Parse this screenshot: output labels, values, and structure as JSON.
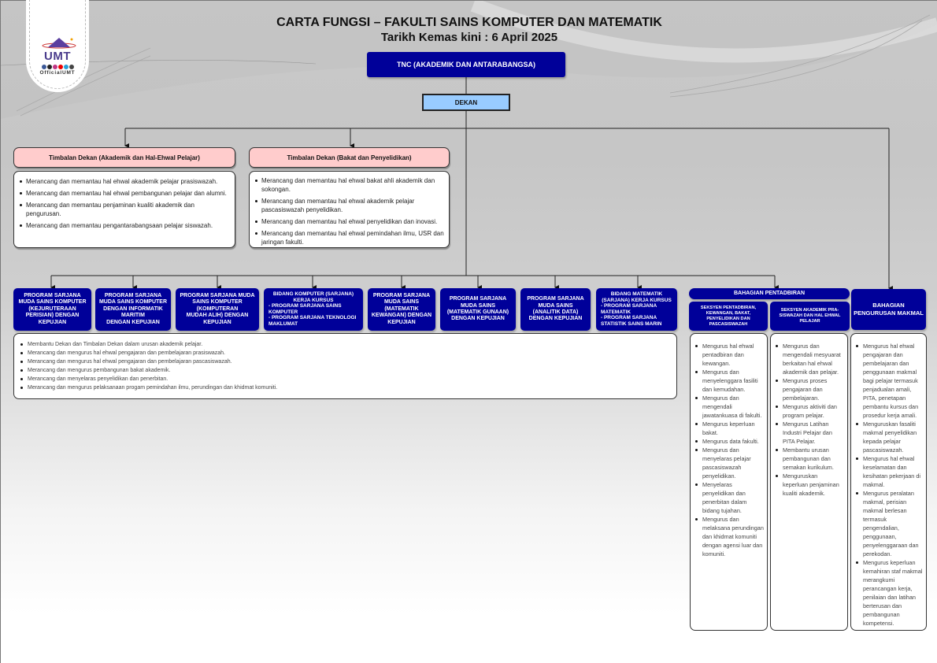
{
  "logo": {
    "brand": "UMT",
    "handle": "OfficialUMT",
    "social_icons": [
      "facebook-icon",
      "x-icon",
      "instagram-icon",
      "youtube-icon",
      "telegram-icon",
      "tiktok-icon"
    ]
  },
  "header": {
    "title": "CARTA FUNGSI – FAKULTI SAINS KOMPUTER DAN MATEMATIK",
    "subtitle": "Tarikh Kemas kini : 6 April 2025"
  },
  "colors": {
    "navy": "#000099",
    "dekan_fill": "#99ccff",
    "timbalan_fill": "#ffcccc"
  },
  "tnc": {
    "label": "TNC (AKADEMIK DAN ANTARABANGSA)"
  },
  "dekan": {
    "label": "DEKAN"
  },
  "timbalan": [
    {
      "label": "Timbalan Dekan (Akademik dan Hal-Ehwal Pelajar)",
      "duties": [
        "Merancang dan memantau hal ehwal akademik pelajar prasiswazah.",
        "Merancang dan memantau hal ehwal pembangunan pelajar dan alumni.",
        "Merancang dan memantau penjaminan kualiti akademik dan pengurusan.",
        "Merancang dan memantau pengantarabangsaan pelajar siswazah."
      ]
    },
    {
      "label": "Timbalan Dekan (Bakat dan Penyelidikan)",
      "duties": [
        "Merancang dan memantau hal ehwal bakat ahli akademik dan sokongan.",
        "Merancang dan memantau hal ehwal akademik pelajar pascasiswazah penyelidikan.",
        "Merancang dan memantau hal ehwal penyelidikan dan inovasi.",
        "Merancang dan memantau hal ehwal pemindahan ilmu, USR dan jaringan fakulti."
      ]
    }
  ],
  "programs": [
    {
      "lines": [
        "PROGRAM SARJANA",
        "MUDA SAINS KOMPUTER",
        "(KEJURUTERAAN",
        "PERISIAN) DENGAN",
        "KEPUJIAN"
      ]
    },
    {
      "lines": [
        "PROGRAM SARJANA",
        "MUDA SAINS KOMPUTER",
        "DENGAN INFORMATIK",
        "MARITIM",
        "DENGAN KEPUJIAN"
      ]
    },
    {
      "lines": [
        "PROGRAM SARJANA MUDA",
        "SAINS KOMPUTER",
        "(KOMPUTERAN",
        "MUDAH ALIH) DENGAN",
        "KEPUJIAN"
      ]
    },
    {
      "heading": [
        "BIDANG KOMPUTER (SARJANA)",
        "KERJA KURSUS"
      ],
      "items": [
        "- PROGRAM SARJANA SAINS KOMPUTER",
        "- PROGRAM SARJANA TEKNOLOGI MAKLUMAT"
      ]
    },
    {
      "lines": [
        "PROGRAM SARJANA",
        "MUDA SAINS",
        "(MATEMATIK",
        "KEWANGAN) DENGAN",
        "KEPUJIAN"
      ]
    },
    {
      "lines": [
        "PROGRAM SARJANA",
        "MUDA SAINS",
        "(MATEMATIK GUNAAN)",
        "DENGAN KEPUJIAN"
      ]
    },
    {
      "lines": [
        "PROGRAM SARJANA",
        "MUDA SAINS",
        "(ANALITIK DATA)",
        "DENGAN KEPUJIAN"
      ]
    },
    {
      "heading": [
        "BIDANG MATEMATIK",
        "(SARJANA) KERJA KURSUS"
      ],
      "items": [
        "- PROGRAM SARJANA MATEMATIK",
        "- PROGRAM SARJANA STATISTIK SAINS MARIN"
      ]
    }
  ],
  "program_duties": [
    "Membantu Dekan dan Timbalan Dekan dalam urusan akademik pelajar.",
    "Merancang dan mengurus hal ehwal pengajaran dan pembelajaran prasiswazah.",
    "Merancang dan mengurus hal ehwal pengajaran dan pembelajaran pascasiswazah.",
    "Merancang dan mengurus pembangunan bakat akademik.",
    "Merancang dan menyelaras penyelidikan dan penerbitan.",
    "Merancang dan mengurus pelaksanaan progam pemindahan ilmu, perundingan dan khidmat komuniti."
  ],
  "bahagian_pentadbiran": {
    "label": "BAHAGIAN PENTADBIRAN",
    "sections": [
      {
        "label": "SEKSYEN PENTADBIRAN, KEWANGAN, BAKAT, PENYELIDIKAN DAN PASCASISWAZAH",
        "duties": [
          "Mengurus hal ehwal pentadbiran dan kewangan.",
          "Mengurus dan menyelenggara fasiliti dan kemudahan.",
          "Mengurus dan mengendali jawatankuasa di fakulti.",
          "Mengurus keperluan bakat.",
          "Mengurus data fakulti.",
          "Mengurus dan menyelaras pelajar pascasiswazah penyelidikan.",
          "Menyelaras penyelidikan dan penerbitan dalam bidang tujahan.",
          "Mengurus dan melaksana perundingan dan khidmat komuniti dengan agensi luar dan komuniti."
        ]
      },
      {
        "label": "SEKSYEN AKADEMIK PRA-SISWAZAH DAN HAL EHWAL PELAJAR",
        "duties": [
          "Mengurus dan mengendali mesyuarat berkaitan hal ehwal akademik dan pelajar.",
          "Mengurus proses pengajaran dan pembelajaran.",
          "Mengurus aktiviti dan program pelajar.",
          "Mengurus Latihan Industri Pelajar dan PITA Pelajar.",
          "Membantu urusan pembangunan dan semakan kurikulum.",
          "Menguruskan keperluan penjaminan kualiti akademik."
        ]
      }
    ]
  },
  "bahagian_makmal": {
    "label": "BAHAGIAN PENGURUSAN MAKMAL",
    "duties": [
      "Mengurus hal ehwal pengajaran dan pembelajaran dan penggunaan makmal bagi pelajar termasuk penjadualan amali, PITA, penetapan pembantu kursus dan prosedur kerja amali.",
      "Menguruskan fasaliti makmal penyelidikan kepada pelajar pascasiswazah.",
      "Mengurus hal ehwal keselamatan dan kesihatan pekerjaan di makmal.",
      "Mengurus peralatan makmal, perisian makmal berlesan termasuk pengendalian, penggunaan, penyelenggaraan dan perekodan.",
      "Mengurus keperluan kemahiran staf makmal merangkumi perancangan kerja, penilaian dan latihan berterusan dan pembangunan kompetensi."
    ]
  }
}
